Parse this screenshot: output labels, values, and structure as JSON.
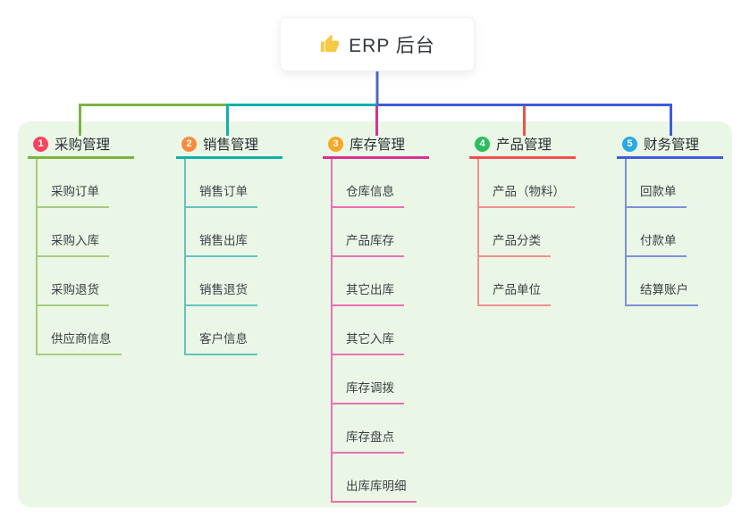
{
  "root": {
    "title": "ERP 后台",
    "icon": "thumbs-up-icon",
    "icon_color": "#F7C843",
    "line_color": "#5566C5"
  },
  "panel": {
    "bg": "#EBF7E6"
  },
  "branches": [
    {
      "badge": "1",
      "title": "采购管理",
      "badge_color": "#F8455F",
      "line_color": "#7CB342",
      "light_color": "#A5CD7E",
      "children": [
        "采购订单",
        "采购入库",
        "采购退货",
        "供应商信息"
      ]
    },
    {
      "badge": "2",
      "title": "销售管理",
      "badge_color": "#F98B3C",
      "line_color": "#0FB1A7",
      "light_color": "#62C5BE",
      "children": [
        "销售订单",
        "销售出库",
        "销售退货",
        "客户信息"
      ]
    },
    {
      "badge": "3",
      "title": "库存管理",
      "badge_color": "#F9A826",
      "line_color": "#D9318F",
      "light_color": "#EC6FB4",
      "children": [
        "仓库信息",
        "产品库存",
        "其它出库",
        "其它入库",
        "库存调拨",
        "库存盘点",
        "出库库明细"
      ]
    },
    {
      "badge": "4",
      "title": "产品管理",
      "badge_color": "#2DBD5F",
      "line_color": "#F2504D",
      "light_color": "#F58F8D",
      "children": [
        "产品（物料）",
        "产品分类",
        "产品单位"
      ]
    },
    {
      "badge": "5",
      "title": "财务管理",
      "badge_color": "#2BA9E1",
      "line_color": "#3E5CD8",
      "light_color": "#7A90DC",
      "children": [
        "回款单",
        "付款单",
        "结算账户"
      ]
    }
  ]
}
